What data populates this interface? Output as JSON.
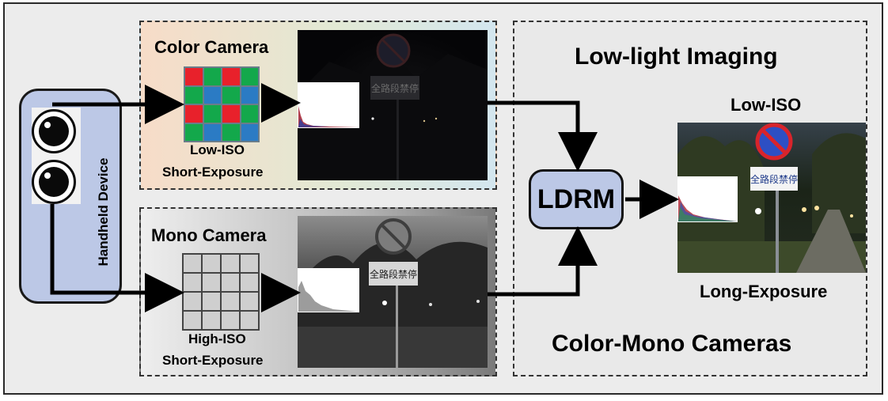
{
  "labels": {
    "color_camera": "Color Camera",
    "color_caption_1": "Low-ISO",
    "color_caption_2": "Short-Exposure",
    "mono_camera": "Mono Camera",
    "mono_caption_1": "High-ISO",
    "mono_caption_2": "Short-Exposure",
    "device": "Handheld Device",
    "ldrm": "LDRM",
    "right_title": "Low-light Imaging",
    "output_iso": "Low-ISO",
    "output_exposure": "Long-Exposure",
    "right_footer": "Color-Mono Cameras"
  },
  "sign_text": "全路段禁停",
  "bayer_pattern": [
    "red",
    "green",
    "red",
    "green",
    "green",
    "blue",
    "green",
    "blue",
    "red",
    "green",
    "red",
    "green",
    "green",
    "blue",
    "green",
    "blue"
  ],
  "colors": {
    "red": "#e8212b",
    "green": "#13a84b",
    "blue": "#2b7bc4",
    "device_fill": "#bcc8e6",
    "ldrm_fill": "#bcc8e6"
  }
}
